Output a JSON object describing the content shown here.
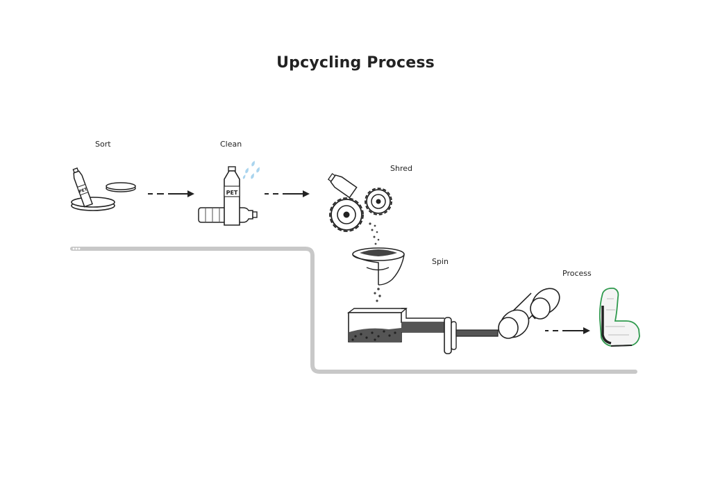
{
  "title": "Upcycling Process",
  "steps": {
    "sort": "Sort",
    "clean": "Clean",
    "shred": "Shred",
    "spin": "Spin",
    "process": "Process"
  },
  "bottle_text": "PET",
  "colors": {
    "ink": "#222222",
    "track": "#c8c8c8",
    "water": "#a9d4ee",
    "seat_accent": "#2f9a4e",
    "pellet": "#444444"
  }
}
